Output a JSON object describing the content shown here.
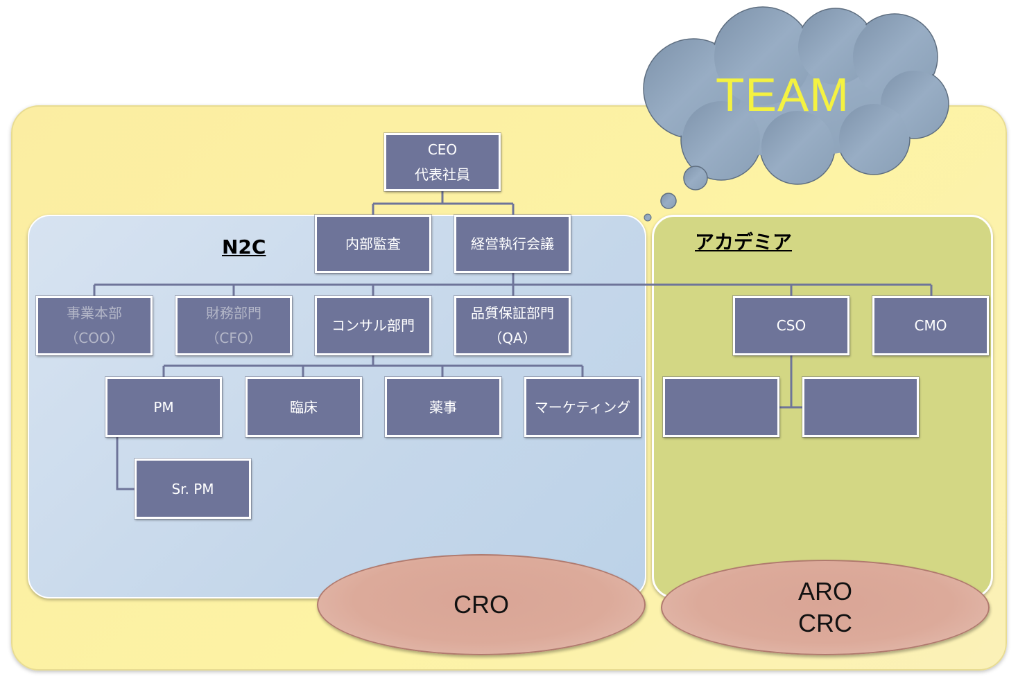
{
  "cloud": {
    "label": "TEAM"
  },
  "sections": {
    "n2c": "N2C",
    "academia": "アカデミア"
  },
  "nodes": {
    "ceo": [
      "CEO",
      "代表社員"
    ],
    "audit": [
      "内部監査"
    ],
    "exec": [
      "経営執行会議"
    ],
    "biz": [
      "事業本部",
      "（COO）"
    ],
    "finance": [
      "財務部門",
      "（CFO）"
    ],
    "consul": [
      "コンサル部門"
    ],
    "qa": [
      "品質保証部門",
      "（QA）"
    ],
    "cso": [
      "CSO"
    ],
    "cmo": [
      "CMO"
    ],
    "pm": [
      "PM"
    ],
    "clinical": [
      "臨床"
    ],
    "regulatory": [
      "薬事"
    ],
    "marketing": [
      "マーケティング"
    ],
    "academia_1": [],
    "academia_2": [],
    "srpm": [
      "Sr. PM"
    ]
  },
  "partners": {
    "cro": [
      "CRO"
    ],
    "aro": [
      "ARO",
      "CRC"
    ]
  },
  "colors": {
    "node_fill": "#6e7499",
    "connector": "#6e7499",
    "outer": "#fdf0a0",
    "n2c": "#c5d7ea",
    "academia": "#d3d784",
    "ellipse": "#dcaa9a",
    "cloud": "#8fa4b8",
    "team_text": "#f4f241"
  }
}
